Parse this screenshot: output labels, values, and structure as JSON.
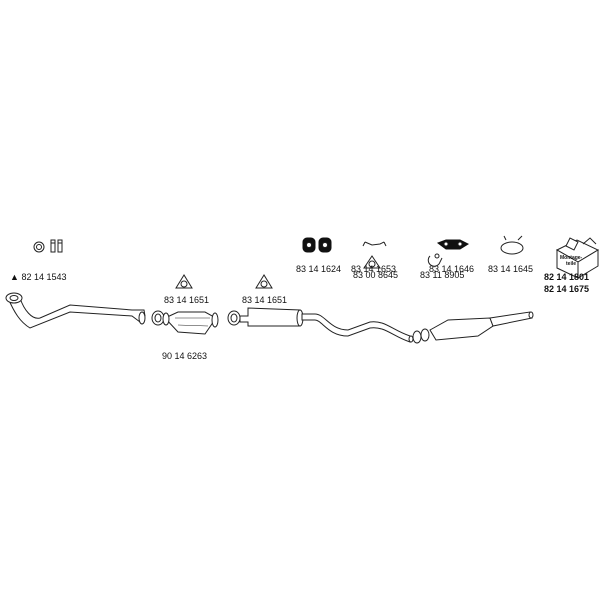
{
  "parts": {
    "p1": {
      "number": "82 14 1543",
      "marker": "▲"
    },
    "p2": {
      "number": "83 14 1651"
    },
    "p3": {
      "number": "83 14 1651"
    },
    "p4": {
      "number": "90 14 6263"
    },
    "p5": {
      "number": "83 14 1624"
    },
    "p6": {
      "number": "83 14 1653"
    },
    "p7": {
      "number": "83 00 8645"
    },
    "p8": {
      "number": "83 14 1646"
    },
    "p9": {
      "number": "83 11 8905"
    },
    "p10": {
      "number": "83 14 1645"
    },
    "p11": {
      "number": "82 14 1801"
    },
    "p12": {
      "number": "82 14 1675"
    }
  },
  "kit_box": {
    "line1": "Montage-",
    "line2": "teile"
  },
  "colors": {
    "stroke": "#222222",
    "fill": "#ffffff",
    "dark": "#111111"
  }
}
